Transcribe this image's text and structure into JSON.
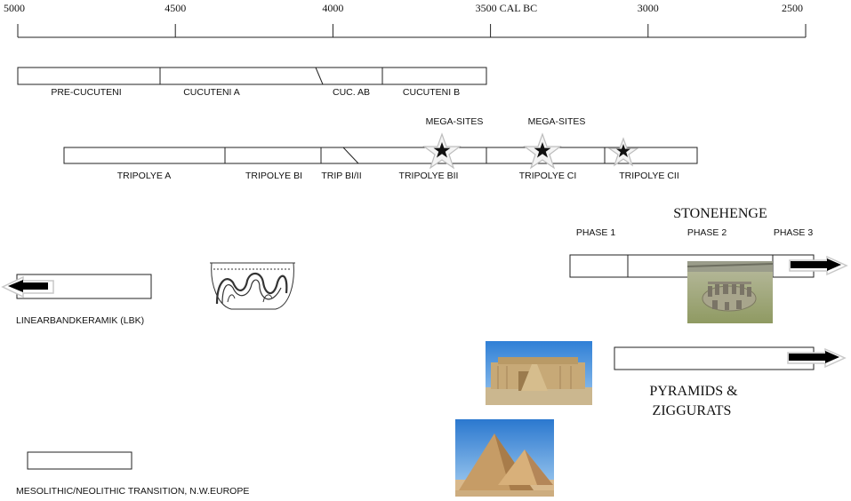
{
  "axis": {
    "ticks": [
      {
        "year": 5000,
        "label": "5000"
      },
      {
        "year": 4500,
        "label": "4500"
      },
      {
        "year": 4000,
        "label": "4000"
      },
      {
        "year": 3500,
        "label": "3500 CAL BC"
      },
      {
        "year": 3000,
        "label": "3000"
      },
      {
        "year": 2500,
        "label": "2500"
      }
    ]
  },
  "cucuteni": {
    "periods": [
      "PRE-CUCUTENI",
      "CUCUTENI A",
      "CUC. AB",
      "CUCUTENI B"
    ]
  },
  "tripolye": {
    "periods": [
      "TRIPOLYE A",
      "TRIPOLYE BI",
      "TRIP BI/II",
      "TRIPOLYE BII",
      "TRIPOLYE CI",
      "TRIPOLYE CII"
    ],
    "mega_sites_label": "MEGA-SITES"
  },
  "stonehenge": {
    "title": "STONEHENGE",
    "phases": [
      "PHASE 1",
      "PHASE 2",
      "PHASE 3"
    ]
  },
  "lbk": {
    "label": "LINEARBANDKERAMIK (LBK)"
  },
  "pyramids": {
    "label_line1": "PYRAMIDS &",
    "label_line2": "ZIGGURATS"
  },
  "mesolithic": {
    "label": "MESOLITHIC/NEOLITHIC  TRANSITION,  N.W.EUROPE"
  }
}
